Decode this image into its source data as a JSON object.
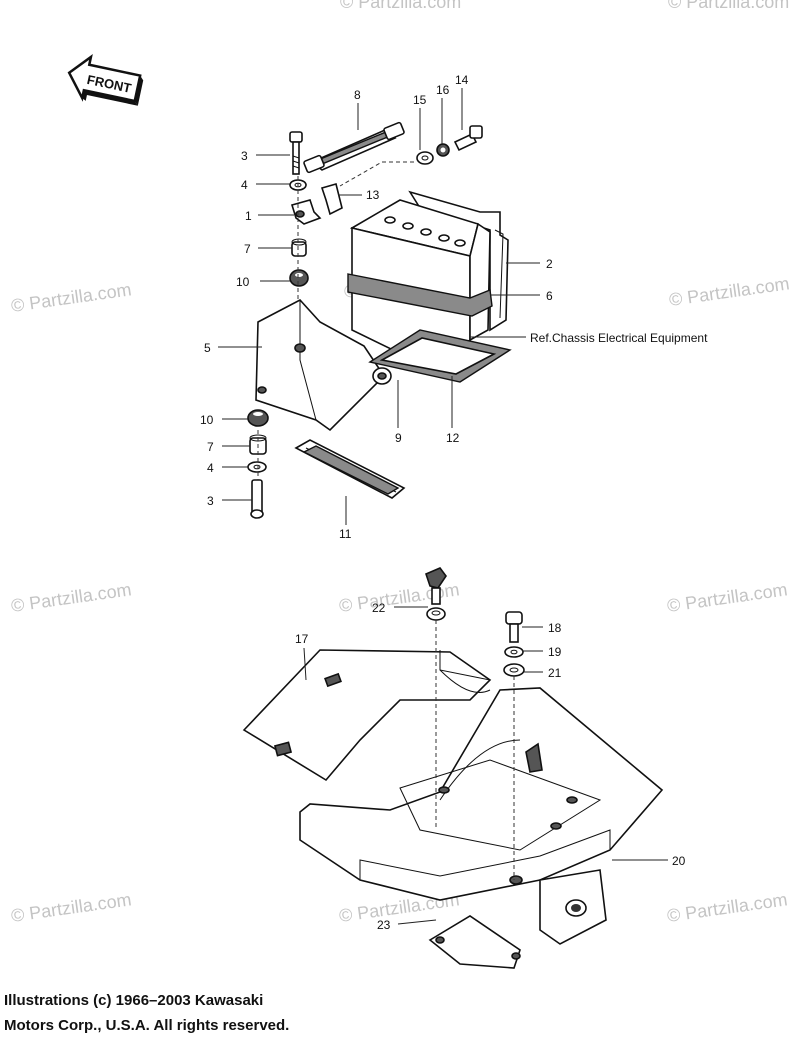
{
  "watermark": {
    "text": "© Partzilla.com"
  },
  "front_arrow": {
    "label": "FRONT"
  },
  "callouts": [
    {
      "id": "14",
      "label": "14"
    },
    {
      "id": "15",
      "label": "15"
    },
    {
      "id": "16",
      "label": "16"
    },
    {
      "id": "8",
      "label": "8"
    },
    {
      "id": "3a",
      "label": "3"
    },
    {
      "id": "4a",
      "label": "4"
    },
    {
      "id": "13",
      "label": "13"
    },
    {
      "id": "1",
      "label": "1"
    },
    {
      "id": "7a",
      "label": "7"
    },
    {
      "id": "2",
      "label": "2"
    },
    {
      "id": "10a",
      "label": "10"
    },
    {
      "id": "6",
      "label": "6"
    },
    {
      "id": "5",
      "label": "5"
    },
    {
      "id": "10b",
      "label": "10"
    },
    {
      "id": "9",
      "label": "9"
    },
    {
      "id": "12",
      "label": "12"
    },
    {
      "id": "7b",
      "label": "7"
    },
    {
      "id": "4b",
      "label": "4"
    },
    {
      "id": "3b",
      "label": "3"
    },
    {
      "id": "11",
      "label": "11"
    },
    {
      "id": "22",
      "label": "22"
    },
    {
      "id": "18",
      "label": "18"
    },
    {
      "id": "17",
      "label": "17"
    },
    {
      "id": "19",
      "label": "19"
    },
    {
      "id": "21",
      "label": "21"
    },
    {
      "id": "20",
      "label": "20"
    },
    {
      "id": "23",
      "label": "23"
    }
  ],
  "reference_note": "Ref.Chassis Electrical Equipment",
  "copyright": {
    "line1": "Illustrations (c) 1966–2003 Kawasaki",
    "line2": "Motors Corp., U.S.A.  All rights reserved."
  }
}
